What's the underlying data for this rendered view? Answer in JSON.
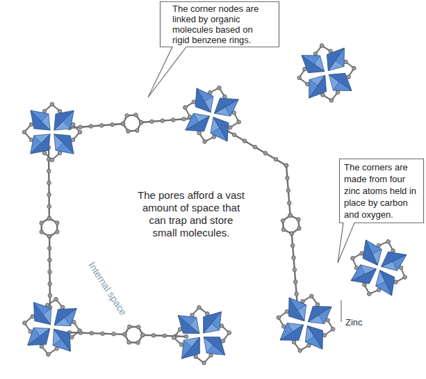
{
  "diagram": {
    "nodes": [
      {
        "text": [
          "The corner nodes are linked by organic molecules based on rigid benzene rings."
        ]
      },
      {
        "text": [
          "The pores afford a vast amount of space that can trap and store small molecules.",
          "Internal space"
        ]
      },
      {
        "text": [
          "The corners are made from four zinc atoms held in place by carbon and oxygen."
        ]
      }
    ],
    "labels": [
      "Zinc"
    ]
  }
}
